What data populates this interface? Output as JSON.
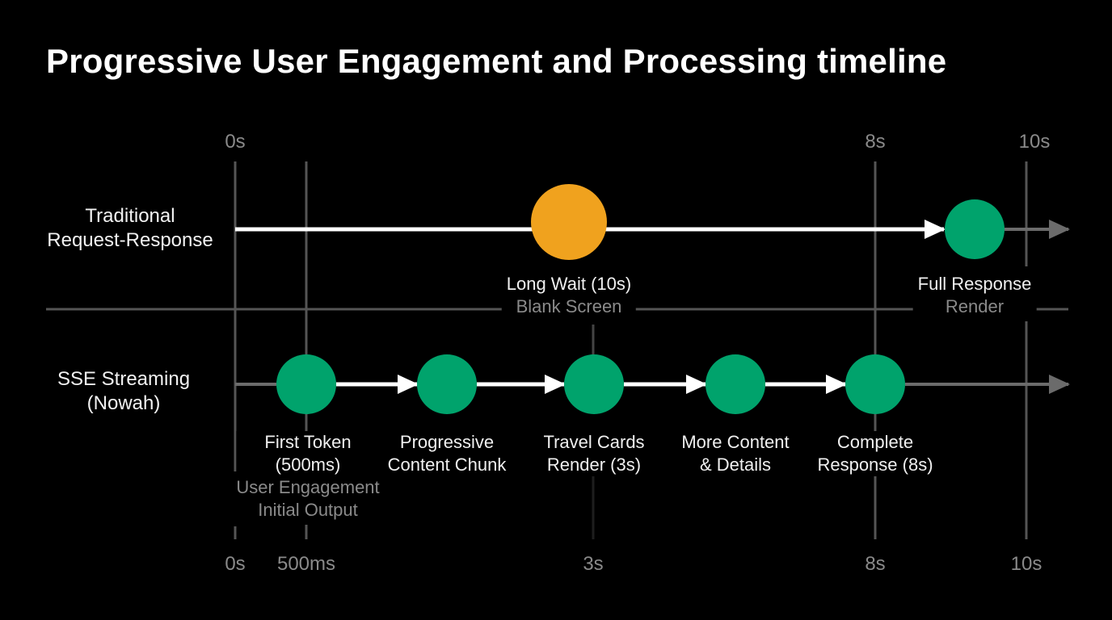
{
  "title": "Progressive User Engagement and Processing timeline",
  "ticks_top": {
    "t0": "0s",
    "t8": "8s",
    "t10": "10s"
  },
  "ticks_bottom": {
    "t0": "0s",
    "t500": "500ms",
    "t3": "3s",
    "t8": "8s",
    "t10": "10s"
  },
  "rows": {
    "traditional": {
      "line1": "Traditional",
      "line2": "Request-Response"
    },
    "sse": {
      "line1": "SSE Streaming",
      "line2": "(Nowah)"
    }
  },
  "traditional_events": {
    "wait": {
      "line1": "Long Wait (10s)",
      "line2": "Blank Screen",
      "color": "#F0A21E"
    },
    "full": {
      "line1": "Full Response",
      "line2": "Render",
      "color": "#00A36C"
    }
  },
  "sse_events": [
    {
      "line1": "First Token",
      "line2": "(500ms)",
      "sub1": "User Engagement",
      "sub2": "Initial Output"
    },
    {
      "line1": "Progressive",
      "line2": "Content Chunk"
    },
    {
      "line1": "Travel Cards",
      "line2": "Render (3s)"
    },
    {
      "line1": "More Content",
      "line2": "& Details"
    },
    {
      "line1": "Complete",
      "line2": "Response (8s)"
    }
  ],
  "colors": {
    "node_green": "#00A36C",
    "node_orange": "#F0A21E",
    "arrow": "#FFFFFF",
    "gridline": "#555555"
  }
}
